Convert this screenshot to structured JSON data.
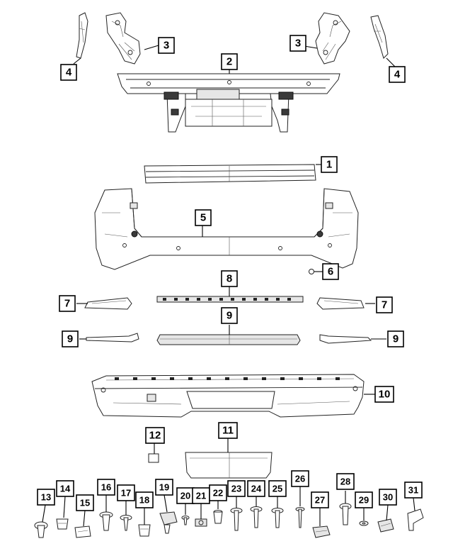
{
  "callouts": {
    "c1": "1",
    "c2": "2",
    "c3": "3",
    "c4": "4",
    "c5": "5",
    "c6": "6",
    "c7": "7",
    "c8": "8",
    "c9": "9",
    "c10": "10",
    "c11": "11",
    "c12": "12",
    "c13": "13",
    "c14": "14",
    "c15": "15",
    "c16": "16",
    "c17": "17",
    "c18": "18",
    "c19": "19",
    "c20": "20",
    "c21": "21",
    "c22": "22",
    "c23": "23",
    "c24": "24",
    "c25": "25",
    "c26": "26",
    "c27": "27",
    "c28": "28",
    "c29": "29",
    "c30": "30",
    "c31": "31"
  },
  "colors": {
    "line": "#222222",
    "fill": "#ffffff",
    "dark_fill": "#3a3a3a",
    "grey_fill": "#e6e6e6"
  }
}
